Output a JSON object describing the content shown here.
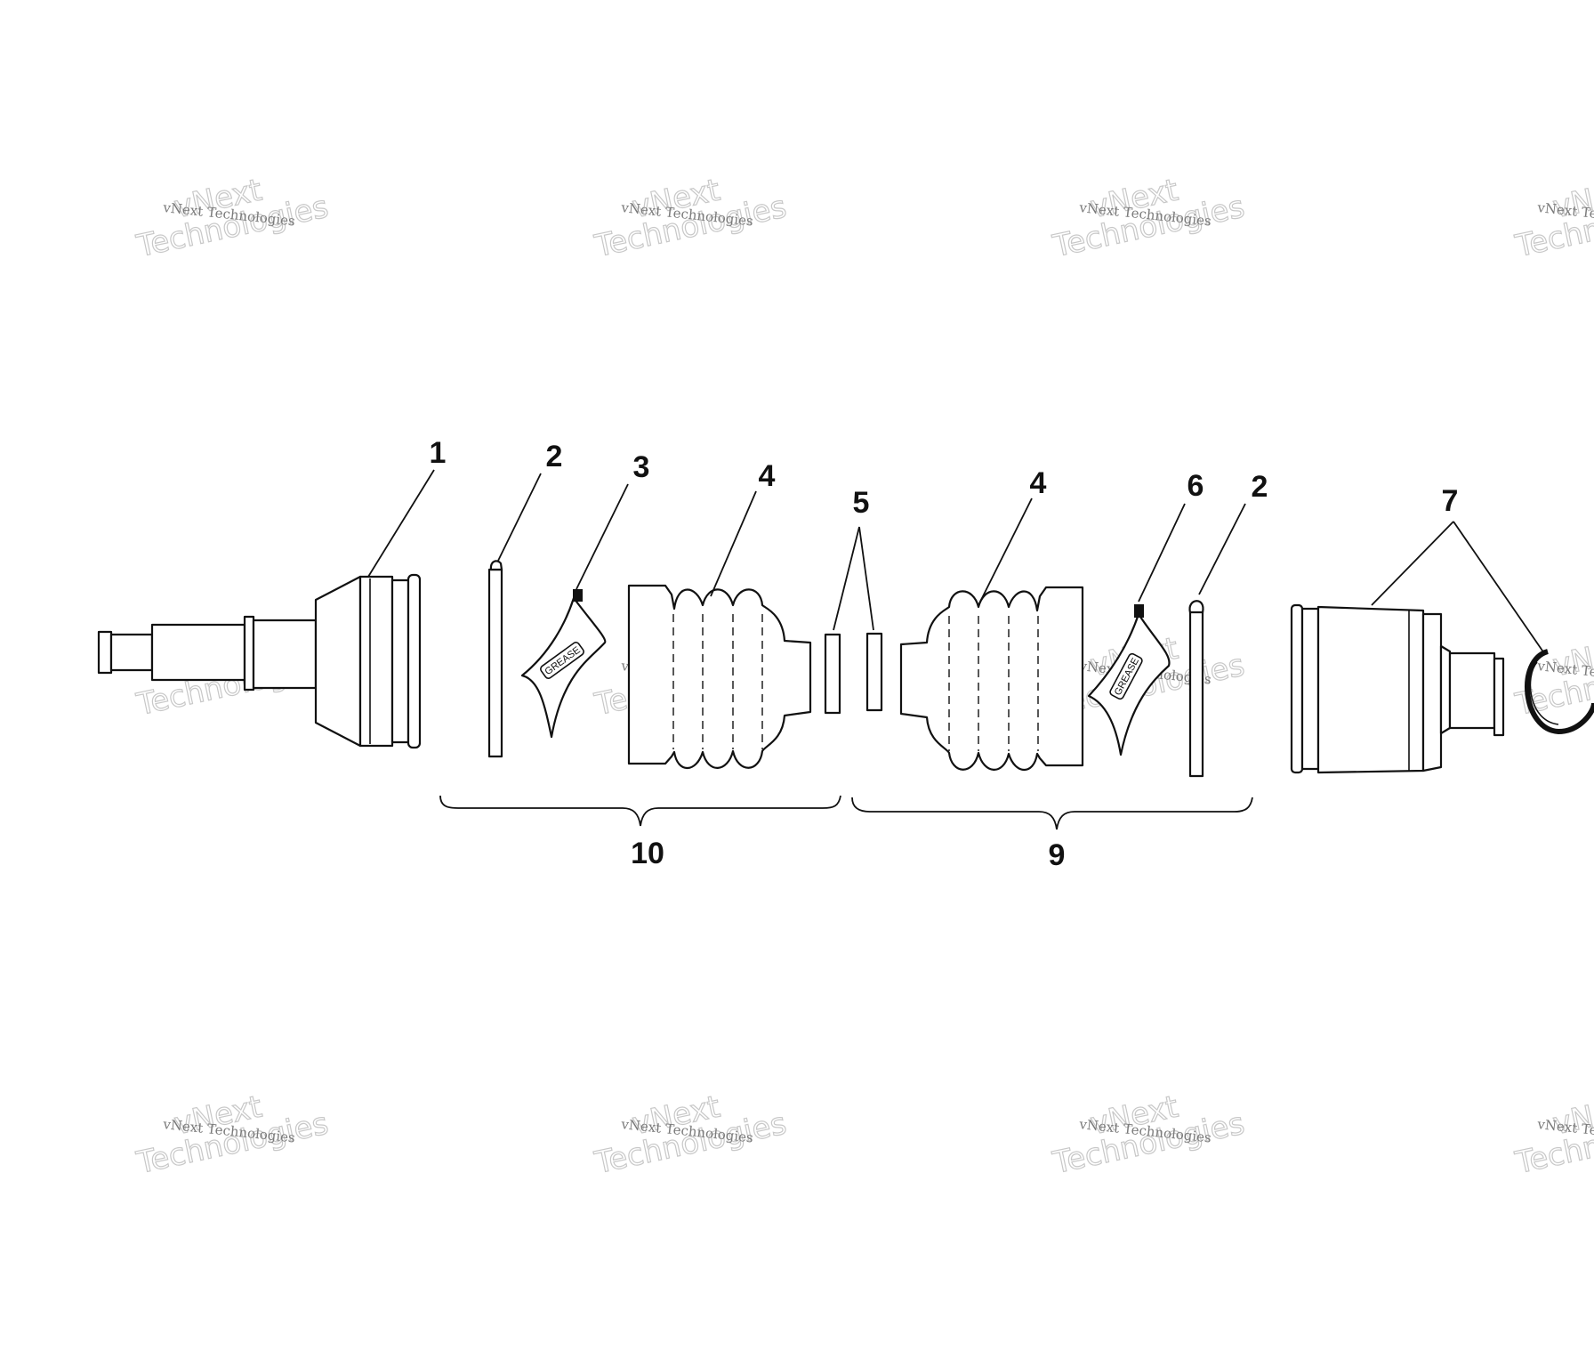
{
  "callouts": {
    "c1": "1",
    "c2a": "2",
    "c3": "3",
    "c4a": "4",
    "c5": "5",
    "c4b": "4",
    "c6": "6",
    "c2b": "2",
    "c7": "7",
    "c10": "10",
    "c9": "9"
  },
  "grease": {
    "left": "GREASE",
    "right": "GREASE"
  },
  "watermark": {
    "logo_line1": "vNext",
    "logo_line2": "Technologies",
    "caption": "vNext Technologies"
  }
}
